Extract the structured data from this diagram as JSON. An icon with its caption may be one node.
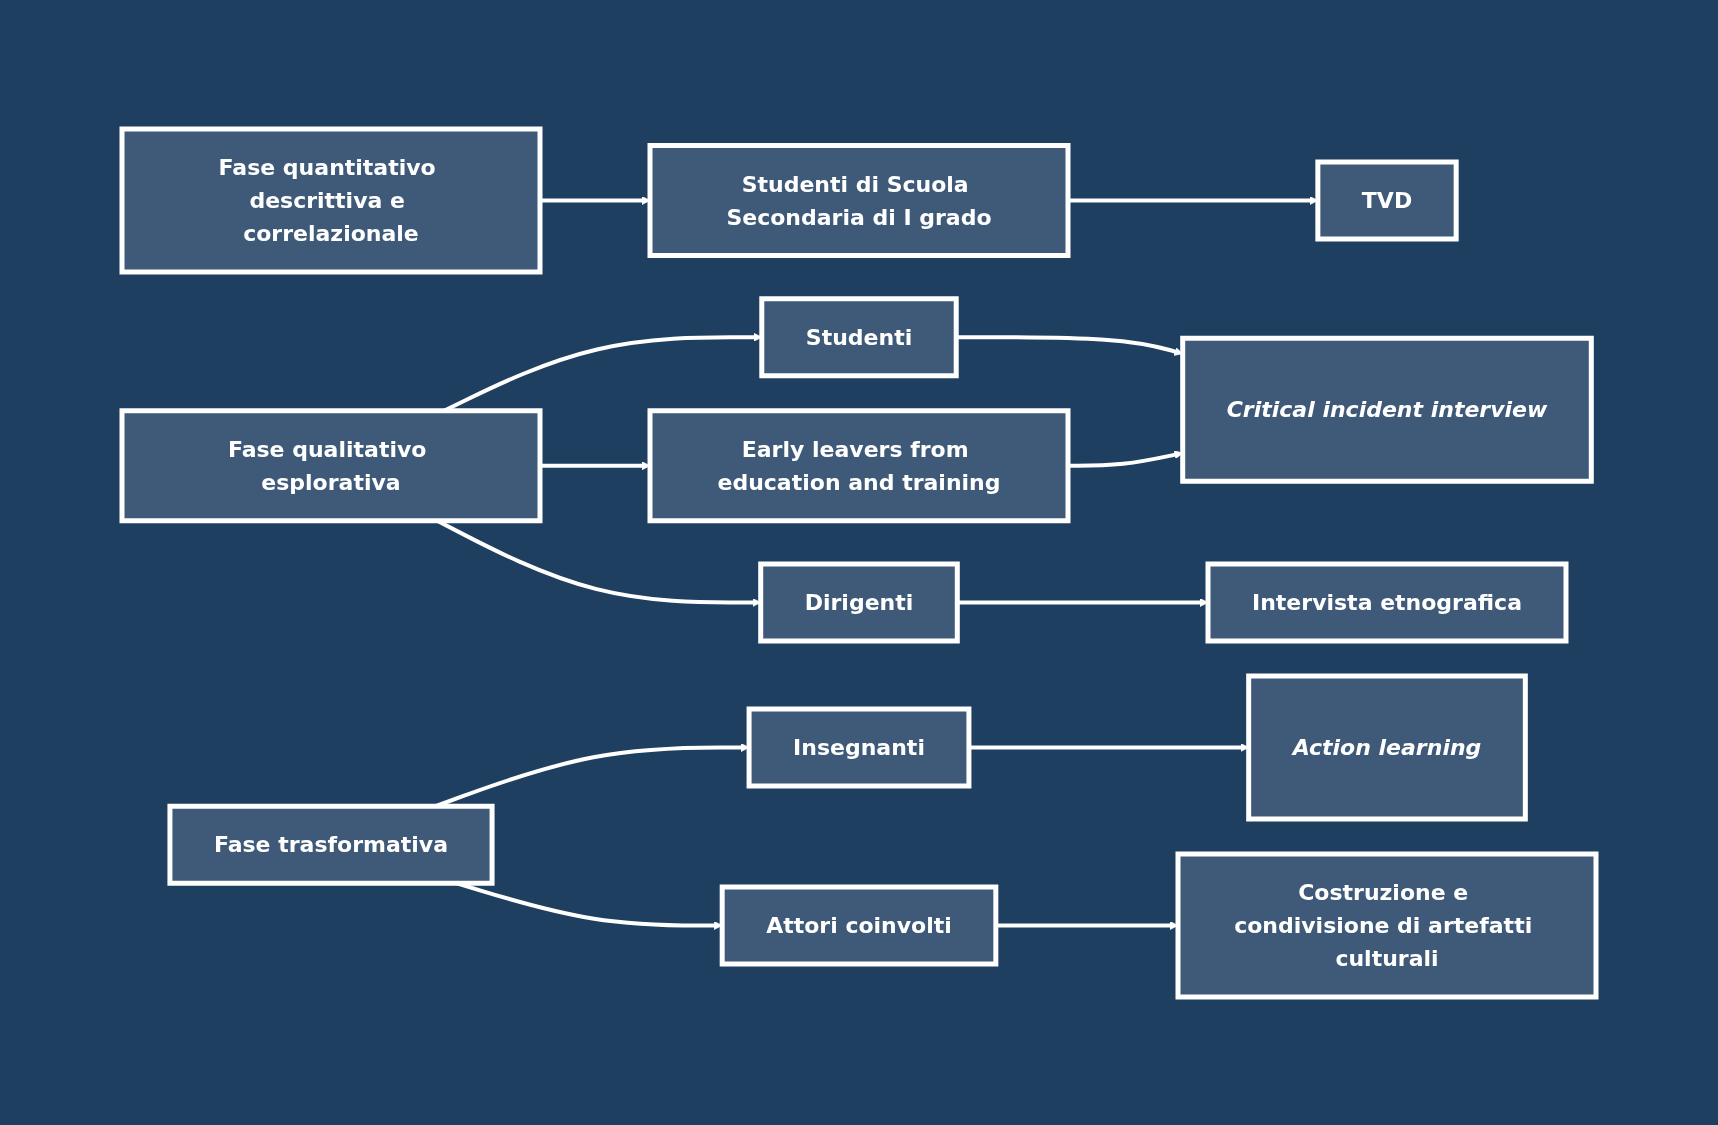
{
  "diagram": {
    "nodes": [
      {
        "text": [
          "Fase quantitativo descrittiva e correlazionale"
        ]
      },
      {
        "text": [
          "Studenti di Scuola Secondaria di I grado"
        ]
      },
      {
        "text": [
          "TVD"
        ]
      },
      {
        "text": [
          "Fase qualitativo esplorativa"
        ]
      },
      {
        "text": [
          "Studenti"
        ]
      },
      {
        "text": [
          "Early leavers from education and training"
        ]
      },
      {
        "text": [
          "Critical incident interview"
        ]
      },
      {
        "text": [
          "Dirigenti"
        ]
      },
      {
        "text": [
          "Intervista etnografica"
        ]
      },
      {
        "text": [
          "Fase trasformativa"
        ]
      },
      {
        "text": [
          "Insegnanti"
        ]
      },
      {
        "text": [
          "Action learning"
        ]
      },
      {
        "text": [
          "Attori coinvolti"
        ]
      },
      {
        "text": [
          "Costruzione e condivisione di artefatti culturali"
        ]
      }
    ],
    "edges": [
      {
        "from": 0,
        "to": 1,
        "arrow": "to"
      },
      {
        "from": 1,
        "to": 2,
        "arrow": "to"
      },
      {
        "from": 3,
        "to": 4,
        "arrow": "to"
      },
      {
        "from": 3,
        "to": 5,
        "arrow": "to"
      },
      {
        "from": 3,
        "to": 7,
        "arrow": "to"
      },
      {
        "from": 4,
        "to": 6,
        "arrow": "to"
      },
      {
        "from": 5,
        "to": 6,
        "arrow": "to"
      },
      {
        "from": 7,
        "to": 8,
        "arrow": "to"
      },
      {
        "from": 9,
        "to": 10,
        "arrow": "to"
      },
      {
        "from": 9,
        "to": 12,
        "arrow": "to"
      },
      {
        "from": 10,
        "to": 11,
        "arrow": "to"
      },
      {
        "from": 12,
        "to": 13,
        "arrow": "to"
      }
    ]
  }
}
